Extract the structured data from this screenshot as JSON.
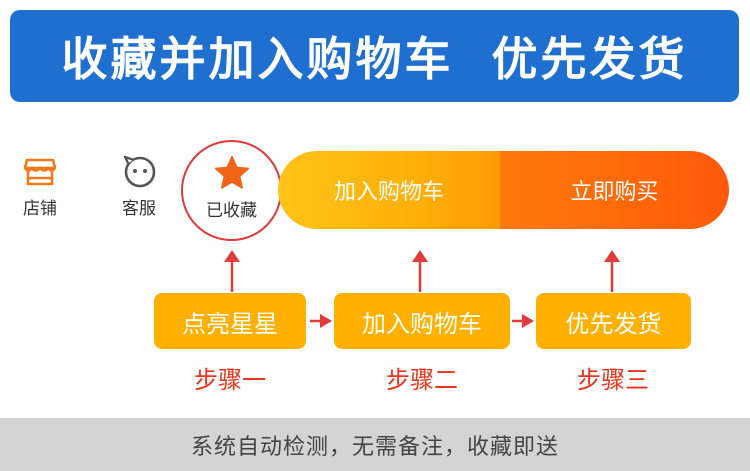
{
  "banner": {
    "title": "收藏并加入购物车  优先发货"
  },
  "nav": {
    "shop": {
      "label": "店铺",
      "icon": "shop-icon"
    },
    "service": {
      "label": "客服",
      "icon": "customer-service-icon"
    },
    "collect": {
      "label": "已收藏",
      "icon": "star-icon"
    }
  },
  "actions": {
    "add_to_cart": "加入购物车",
    "buy_now": "立即购买"
  },
  "steps": [
    {
      "action": "点亮星星",
      "label": "步骤一"
    },
    {
      "action": "加入购物车",
      "label": "步骤二"
    },
    {
      "action": "优先发货",
      "label": "步骤三"
    }
  ],
  "footer": {
    "text": "系统自动检测，无需备注，收藏即送"
  },
  "colors": {
    "banner_blue": "#1e6fcf",
    "step_orange": "#ffb000",
    "buy_red_orange": "#ff5a0a",
    "arrow_red": "#e03a3a",
    "footer_gray": "#d4d4d4"
  }
}
